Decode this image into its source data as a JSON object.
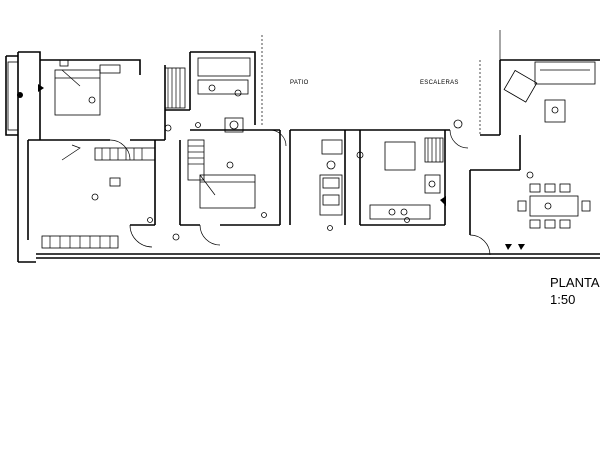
{
  "labels": {
    "patio": "PATIO",
    "escaleras": "ESCALERAS",
    "plan_title": "PLANTA",
    "scale": "1:50"
  }
}
